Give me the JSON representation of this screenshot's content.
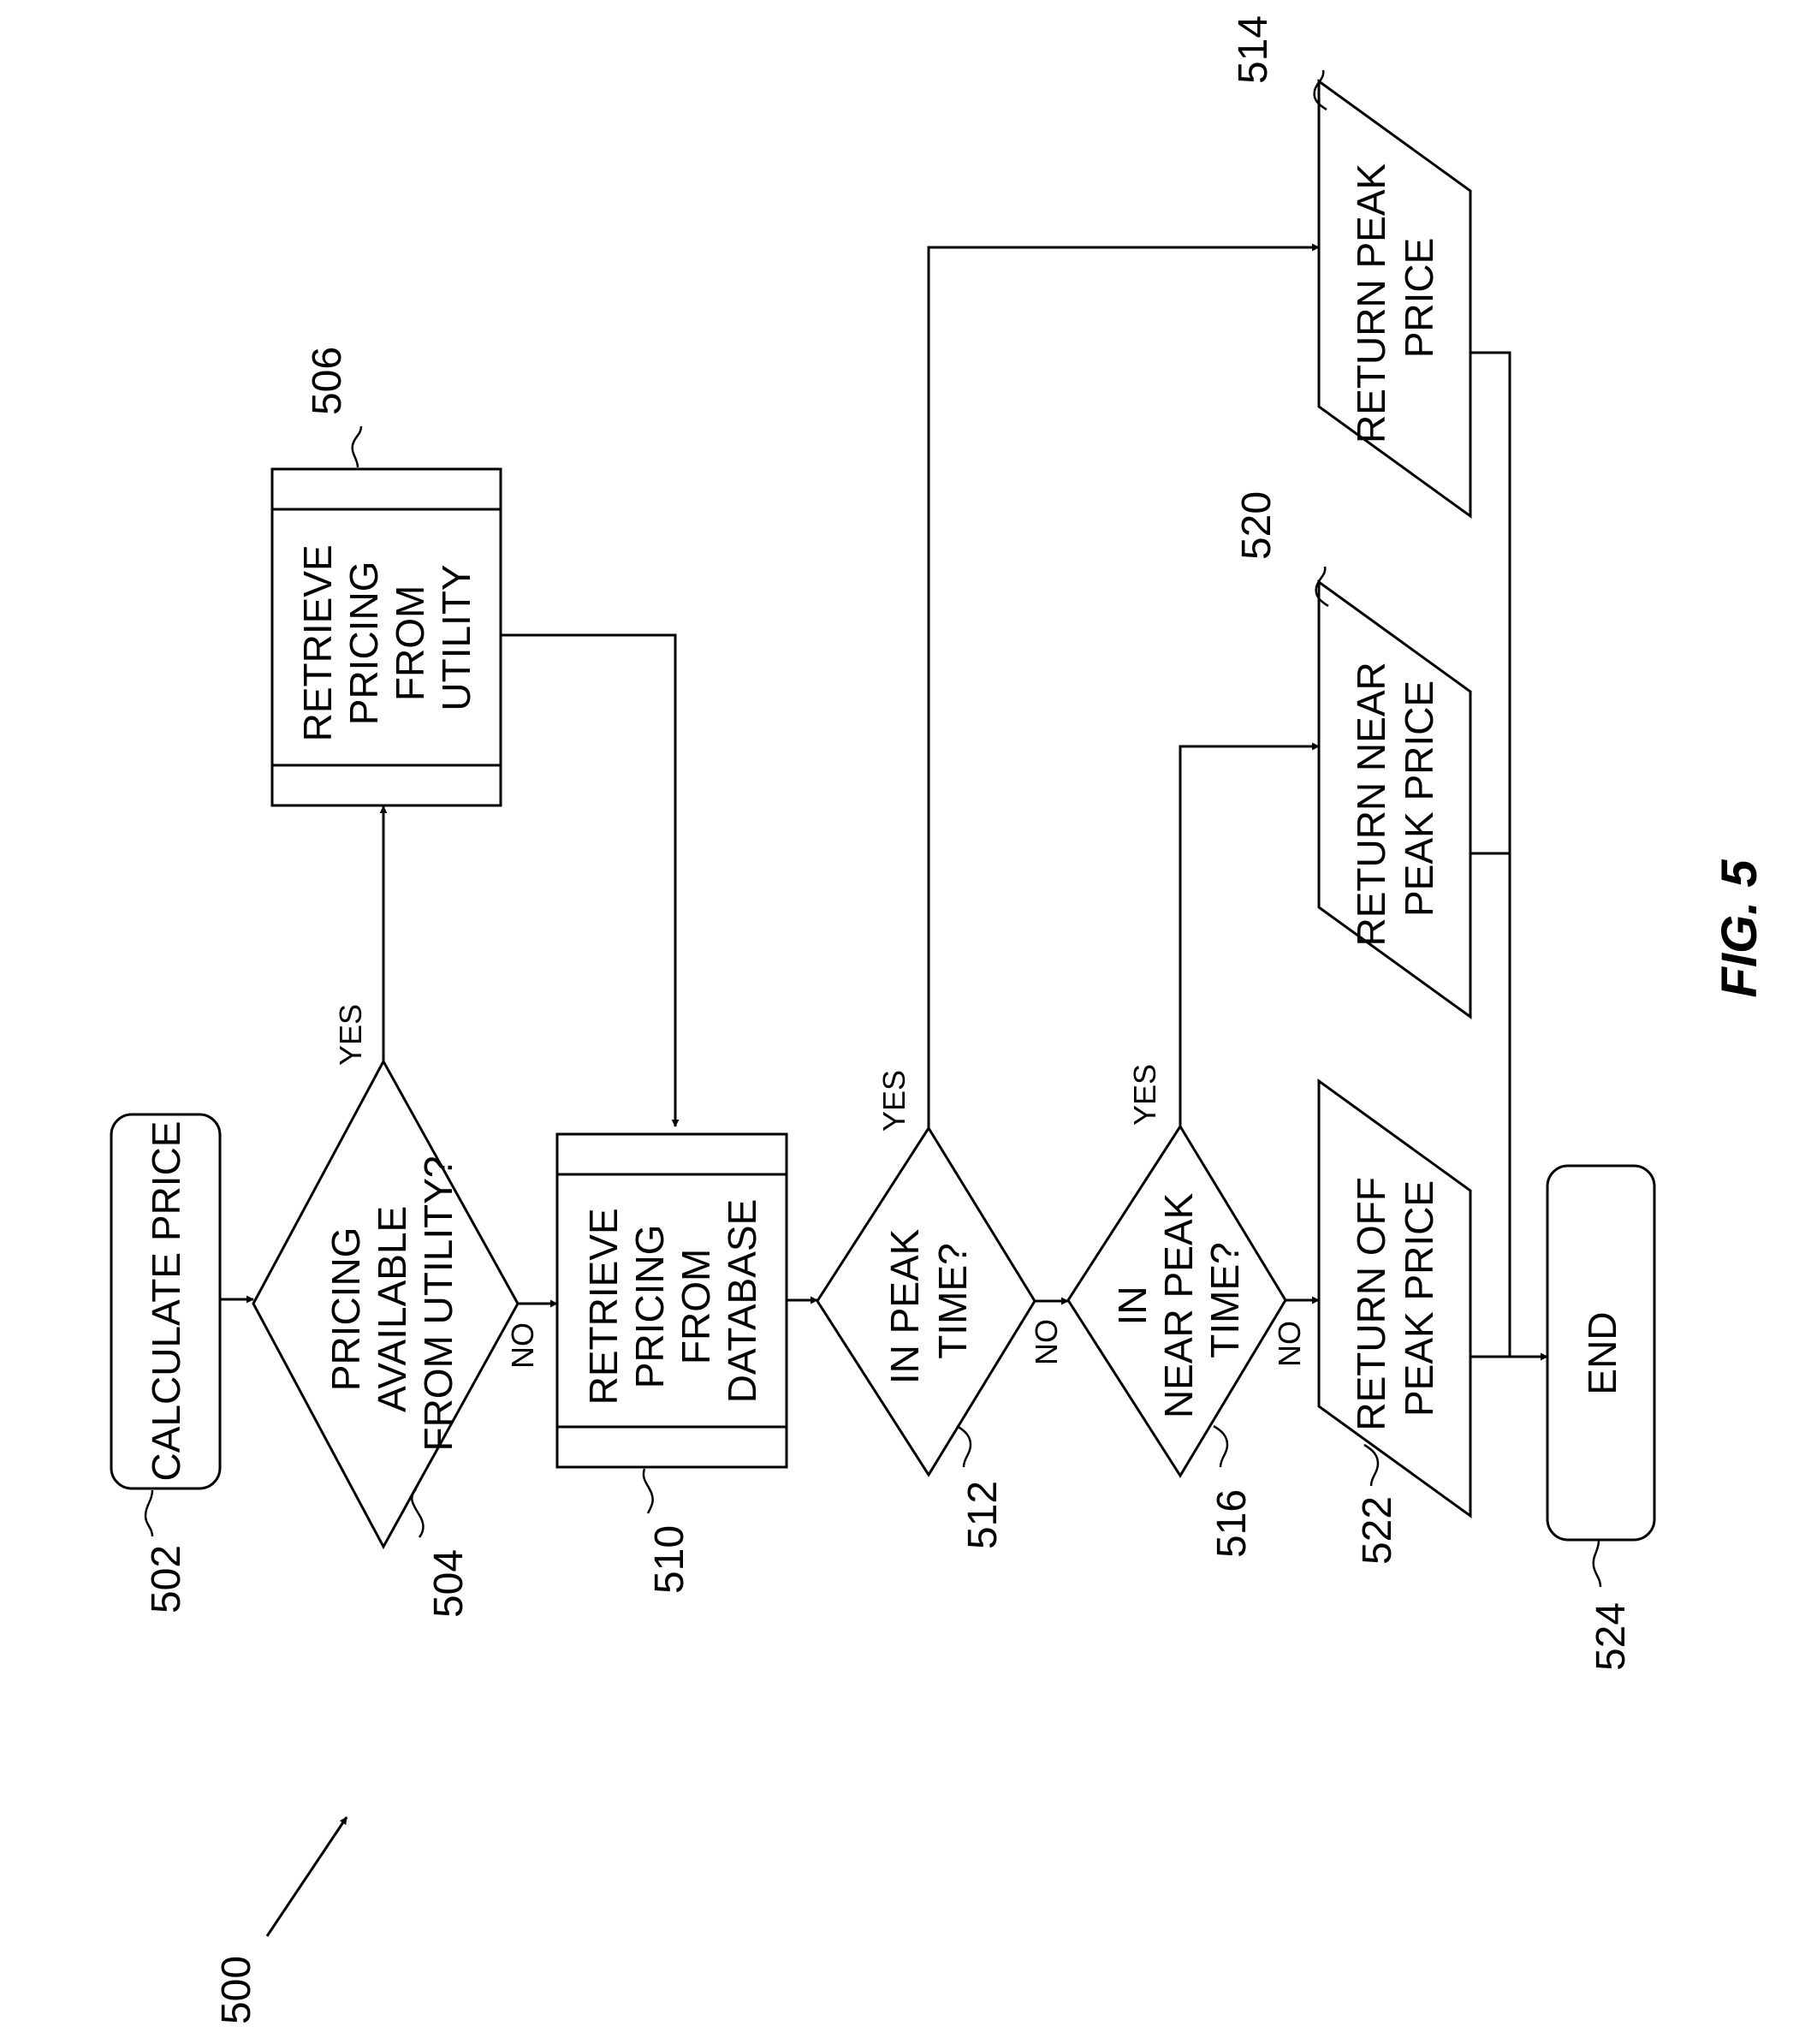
{
  "figure": {
    "number": "500",
    "caption": "FIG. 5"
  },
  "nodes": {
    "n502": {
      "ref": "502",
      "lines": [
        "CALCULATE PRICE"
      ]
    },
    "n504": {
      "ref": "504",
      "lines": [
        "PRICING",
        "AVAILABLE",
        "FROM UTILITY?"
      ]
    },
    "n506": {
      "ref": "506",
      "lines": [
        "RETRIEVE",
        "PRICING",
        "FROM",
        "UTILITY"
      ]
    },
    "n510": {
      "ref": "510",
      "lines": [
        "RETRIEVE",
        "PRICING",
        "FROM",
        "DATABASE"
      ]
    },
    "n512": {
      "ref": "512",
      "lines": [
        "IN PEAK",
        "TIME?"
      ]
    },
    "n516": {
      "ref": "516",
      "lines": [
        "IN",
        "NEAR PEAK",
        "TIME?"
      ]
    },
    "n514": {
      "ref": "514",
      "lines": [
        "RETURN PEAK",
        "PRICE"
      ]
    },
    "n520": {
      "ref": "520",
      "lines": [
        "RETURN NEAR",
        "PEAK PRICE"
      ]
    },
    "n522": {
      "ref": "522",
      "lines": [
        "RETURN OFF",
        "PEAK PRICE"
      ]
    },
    "n524": {
      "ref": "524",
      "lines": [
        "END"
      ]
    }
  },
  "edge_labels": {
    "yes": "YES",
    "no": "NO"
  }
}
